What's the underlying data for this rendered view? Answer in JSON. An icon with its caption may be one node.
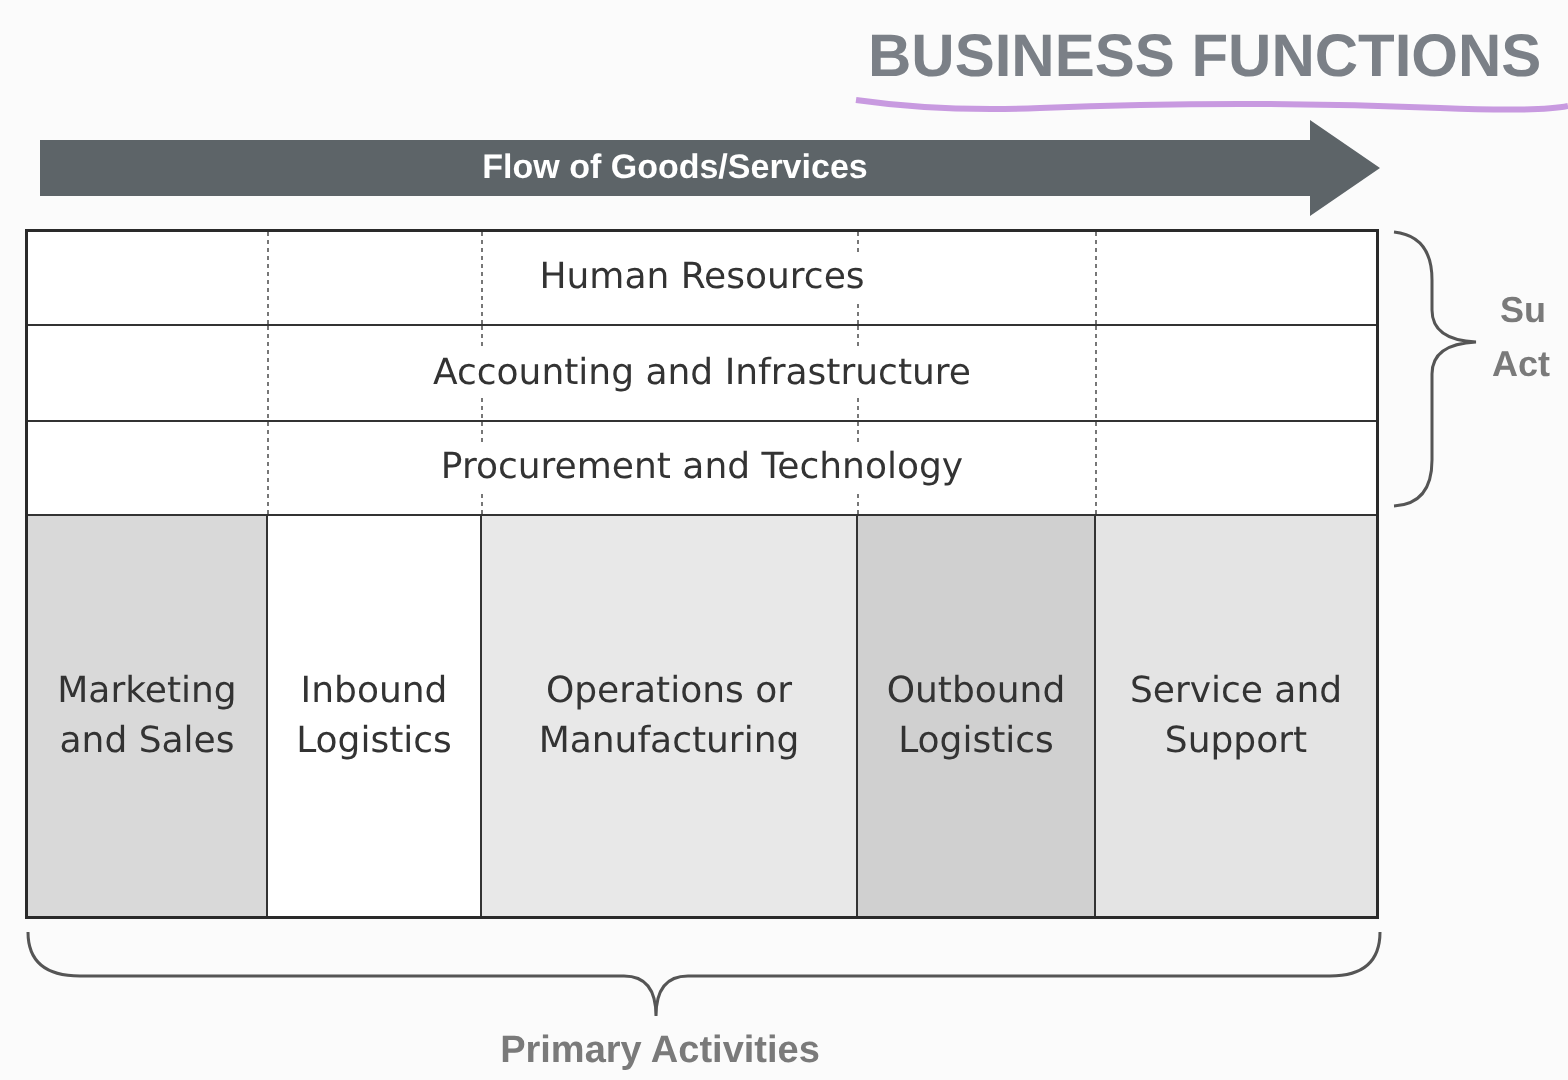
{
  "diagram": {
    "title": "BUSINESS FUNCTIONS",
    "nodes": [
      {
        "text": [
          "Human Resources"
        ]
      },
      {
        "text": [
          "Accounting and Infrastructure"
        ]
      },
      {
        "text": [
          "Procurement and Technology"
        ]
      },
      {
        "text": [
          "Marketing and Sales"
        ]
      },
      {
        "text": [
          "Inbound Logistics"
        ]
      },
      {
        "text": [
          "Operations or Manufacturing"
        ]
      },
      {
        "text": [
          "Outbound Logistics"
        ]
      },
      {
        "text": [
          "Service and Support"
        ]
      }
    ],
    "labels": [
      "Flow of Goods/Services",
      "Su",
      "Act",
      "Primary Activities"
    ]
  }
}
